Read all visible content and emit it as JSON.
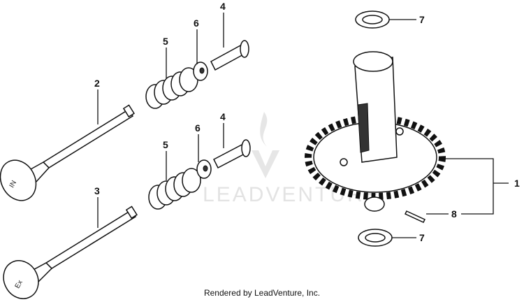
{
  "watermark": {
    "text": "LEADVENTURE",
    "icon": "flame-v-logo-icon"
  },
  "footer": {
    "text": "Rendered by LeadVenture, Inc."
  },
  "valves": {
    "intake_mark": "IN",
    "exhaust_mark": "Ex"
  },
  "callouts": {
    "c1": "1",
    "c2": "2",
    "c3": "3",
    "c4_top": "4",
    "c4_bottom": "4",
    "c5_top": "5",
    "c5_bottom": "5",
    "c6_top": "6",
    "c6_bottom": "6",
    "c7_top": "7",
    "c7_bottom": "7",
    "c8": "8"
  }
}
